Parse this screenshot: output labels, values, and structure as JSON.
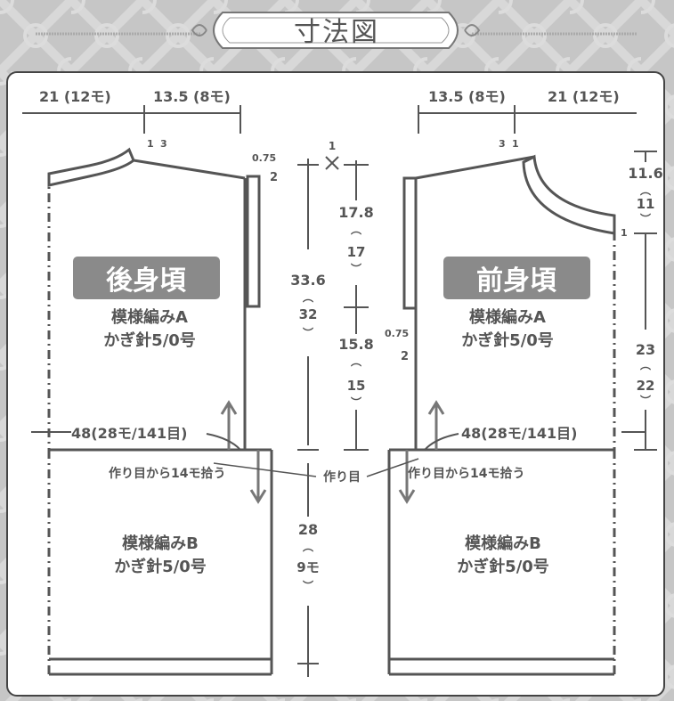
{
  "title": "寸法図",
  "colors": {
    "line": "#555555",
    "label_box": "#8a8a8a",
    "label_text": "#ffffff",
    "panel": "#ffffff",
    "background": "#c9c9c9"
  },
  "back": {
    "name": "後身頃",
    "pattern_a": "模様編みA",
    "hook_a": "かぎ針5/0号",
    "pattern_b": "模様編みB",
    "hook_b": "かぎ針5/0号",
    "top_left": "21 (12モ)",
    "top_right": "13.5 (8モ)",
    "neck_1": "1",
    "neck_3": "3",
    "sleeve_075": "0.75",
    "sleeve_2": "2",
    "width": "48(28モ/141目)",
    "pickup": "作り目から14モ拾う"
  },
  "front": {
    "name": "前身頃",
    "pattern_a": "模様編みA",
    "hook_a": "かぎ針5/0号",
    "pattern_b": "模様編みB",
    "hook_b": "かぎ針5/0号",
    "top_left": "13.5 (8モ)",
    "top_right": "21 (12モ)",
    "neck_3": "3",
    "neck_1": "1",
    "neck_side_1": "1",
    "sleeve_075": "0.75",
    "sleeve_2": "2",
    "width": "48(28モ/141目)",
    "pickup": "作り目から14モ拾う",
    "h1": "11.6",
    "h1b": "11",
    "h2": "23",
    "h2b": "22"
  },
  "center": {
    "top_1": "1",
    "h_total": "33.6",
    "h_total_b": "32",
    "h_upper": "17.8",
    "h_upper_b": "17",
    "h_lower": "15.8",
    "h_lower_b": "15",
    "h_skirt": "28",
    "h_skirt_b": "9モ",
    "foundation": "作り目"
  },
  "paren_open": "︵",
  "paren_close": "︶"
}
